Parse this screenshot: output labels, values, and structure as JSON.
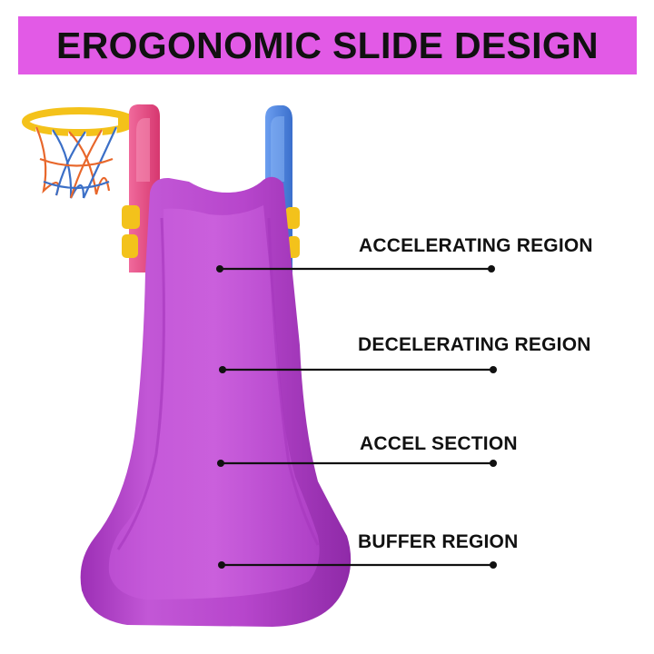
{
  "banner": {
    "title": "EROGONOMIC SLIDE DESIGN",
    "background_color": "#e25ae6"
  },
  "slide": {
    "bed_color": "#b43ec9",
    "bed_highlight_color": "#c85ad8",
    "left_rail_color": "#e94a86",
    "right_rail_color": "#4c86e0",
    "connector_color": "#f3c21b",
    "hoop": {
      "rim_color": "#f4c21a",
      "net_colors": [
        "#e8672b",
        "#3b6fc7",
        "#ffffff"
      ]
    }
  },
  "callouts": [
    {
      "label": "ACCELERATING REGION"
    },
    {
      "label": "DECELERATING REGION"
    },
    {
      "label": "ACCEL SECTION"
    },
    {
      "label": "BUFFER REGION"
    }
  ]
}
